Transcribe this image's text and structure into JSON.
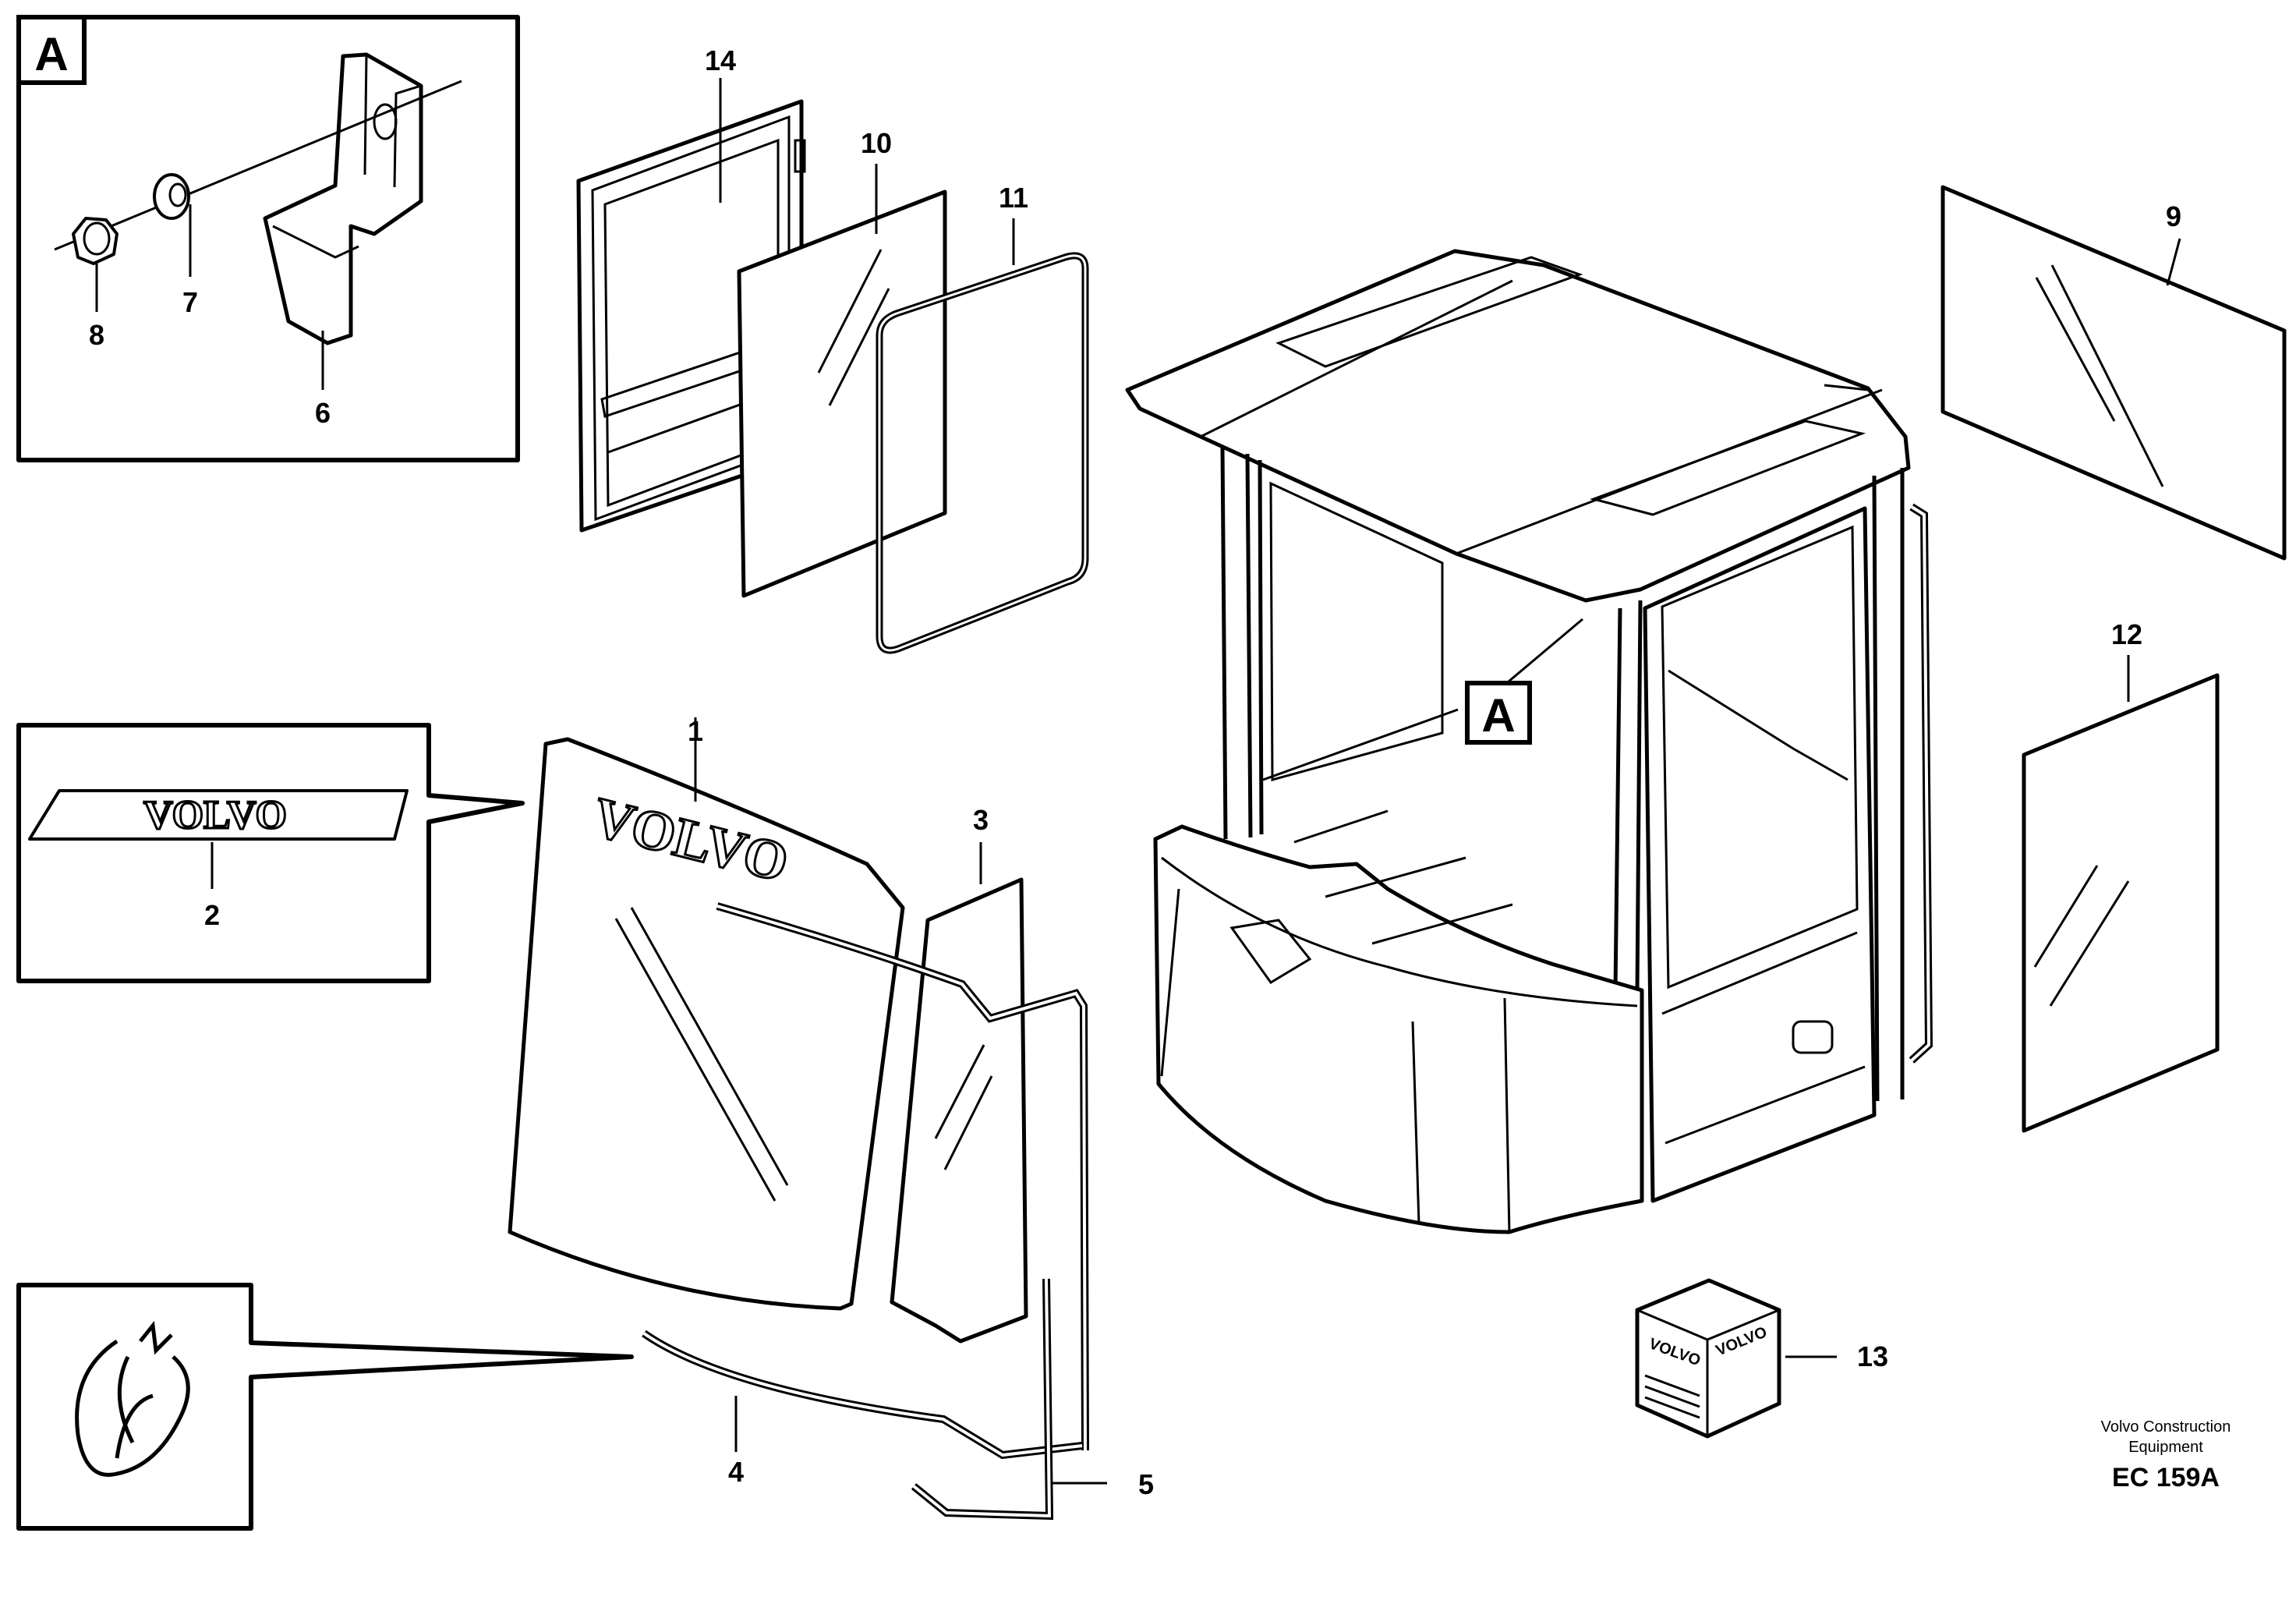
{
  "callouts": {
    "c1": "1",
    "c2": "2",
    "c3": "3",
    "c4": "4",
    "c5": "5",
    "c6": "6",
    "c7": "7",
    "c8": "8",
    "c9": "9",
    "c10": "10",
    "c11": "11",
    "c12": "12",
    "c13": "13",
    "c14": "14"
  },
  "detail_marker": "A",
  "logo_text": "VOLVO",
  "footer": {
    "line1": "Volvo Construction",
    "line2": "Equipment",
    "code": "EC 159A"
  },
  "icons": [
    "bracket-icon",
    "washer-icon",
    "nut-icon",
    "volvo-decal-icon",
    "warning-sticker-icon",
    "glue-box-icon",
    "cab-icon"
  ]
}
